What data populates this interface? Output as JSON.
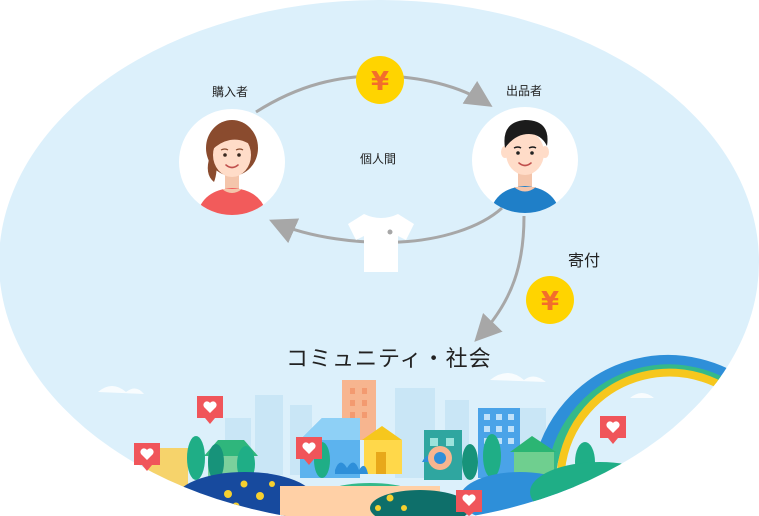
{
  "labels": {
    "buyer": "購入者",
    "seller": "出品者",
    "between": "個人間",
    "donation": "寄付",
    "community": "コミュニティ・社会"
  },
  "coin_symbol": "¥",
  "colors": {
    "sky": "#dcf0fb",
    "arrow": "#a7a7a7",
    "coin": "#ffd400",
    "coin_symbol": "#f36d2c",
    "buyer_shirt": "#f25b5b",
    "seller_shirt": "#1f7fc8",
    "skin": "#ffdcc8",
    "heart_badge": "#f0555a",
    "rainbow_blue": "#2e8fd9",
    "rainbow_green": "#34b98a",
    "rainbow_yellow": "#f6c71d",
    "tree_green": "#1fae86",
    "tree_dark": "#0e6f6a",
    "dark_blue": "#174a9e"
  },
  "icons": [
    "coin-yen-icon",
    "t-shirt-icon",
    "heart-badge-icon"
  ]
}
